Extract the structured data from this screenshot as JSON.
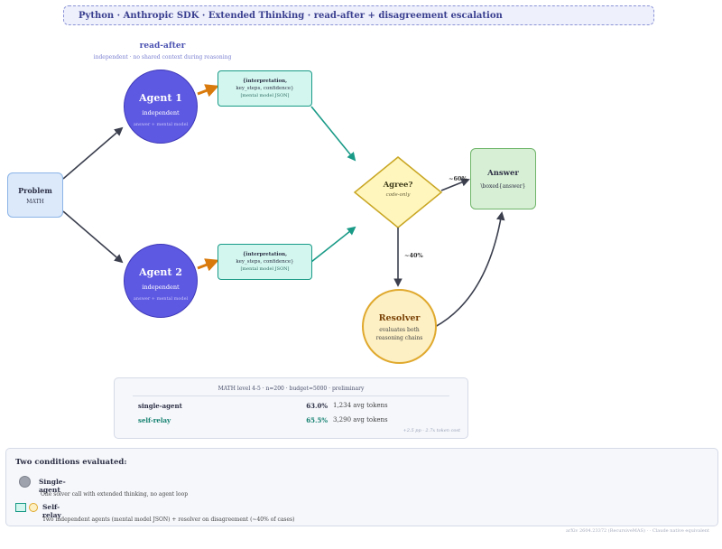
{
  "title": "Python · Anthropic SDK · Extended Thinking · read-after + disagreement escalation",
  "read_after": {
    "title": "read-after",
    "subtitle": "independent · no shared context during reasoning"
  },
  "problem": {
    "title": "Problem",
    "subtitle": "MATH"
  },
  "agent1": {
    "title": "Agent 1",
    "subtitle": "independent",
    "meta": "answer + mental model"
  },
  "agent2": {
    "title": "Agent 2",
    "subtitle": "independent",
    "meta": "answer + mental model"
  },
  "card1": {
    "line1": "{interpretation,",
    "line2": "key_steps, confidence}",
    "line3": "[mental model JSON]"
  },
  "card2": {
    "line1": "{interpretation,",
    "line2": "key_steps, confidence}",
    "line3": "[mental model JSON]"
  },
  "agree": {
    "title": "Agree?",
    "subtitle": "code-only"
  },
  "answer": {
    "title": "Answer",
    "subtitle": "\\boxed{answer}"
  },
  "resolver": {
    "title": "Resolver",
    "line1": "evaluates both",
    "line2": "reasoning chains"
  },
  "edges": {
    "agree_pct": "~60%",
    "disagree_pct": "~40%"
  },
  "results": {
    "header": "MATH level 4-5 · n=200 · budget=5000 · preliminary",
    "rows": [
      {
        "name": "single-agent",
        "value": "63.0%",
        "tokens": "1,234 avg tokens",
        "color": "#2d2f45"
      },
      {
        "name": "self-relay",
        "value": "65.5%",
        "tokens": "3,290 avg tokens",
        "color": "#14806f"
      }
    ],
    "footer": "+2.5 pp · 2.7x token cost"
  },
  "conditions": {
    "heading": "Two conditions evaluated:",
    "single": {
      "name": "Single-agent",
      "desc": "One solver call with extended thinking, no agent loop"
    },
    "relay": {
      "name": "Self-relay",
      "desc": "Two independent agents (mental model JSON) + resolver on disagreement (~40% of cases)"
    }
  },
  "footnote": "arXiv 2604.23372 (RecursiveMAS) · · Claude native equivalent",
  "colors": {
    "agent": "#5e59e2",
    "card": "#d3f7ef",
    "teal": "#199a87",
    "orange": "#d97a0c",
    "diamond": "#fff6bd",
    "answer": "#d7efd4",
    "resolver": "#fdf0c4",
    "dark_arrow": "#3b3f4e"
  }
}
